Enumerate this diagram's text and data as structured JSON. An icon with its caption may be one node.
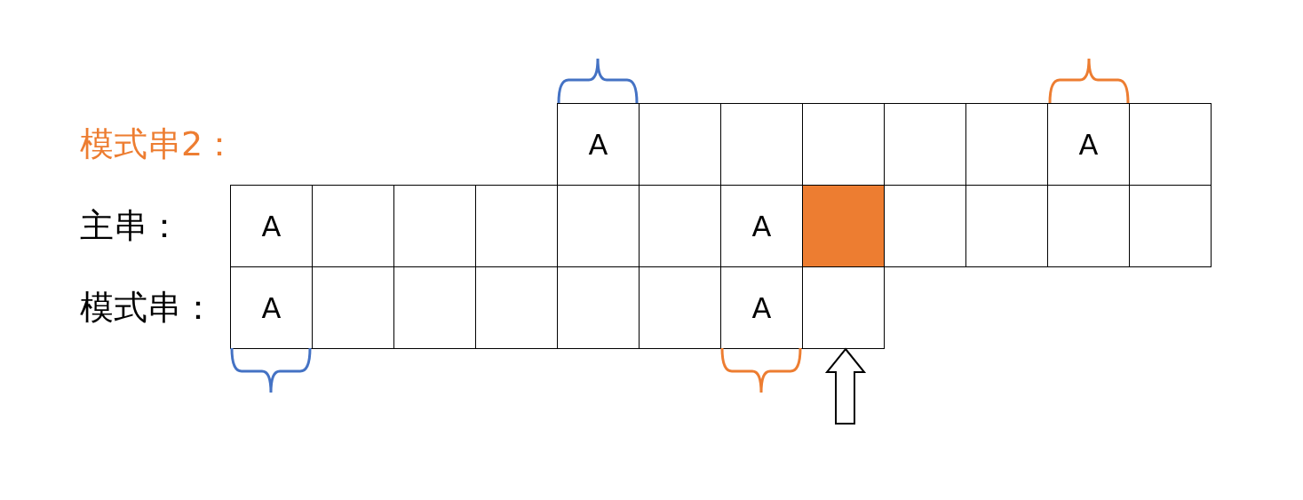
{
  "diagram": {
    "labels": [
      "模式串2：",
      "A",
      "A",
      "主串：",
      "A",
      "A",
      "模式串：",
      "A",
      "A"
    ]
  }
}
